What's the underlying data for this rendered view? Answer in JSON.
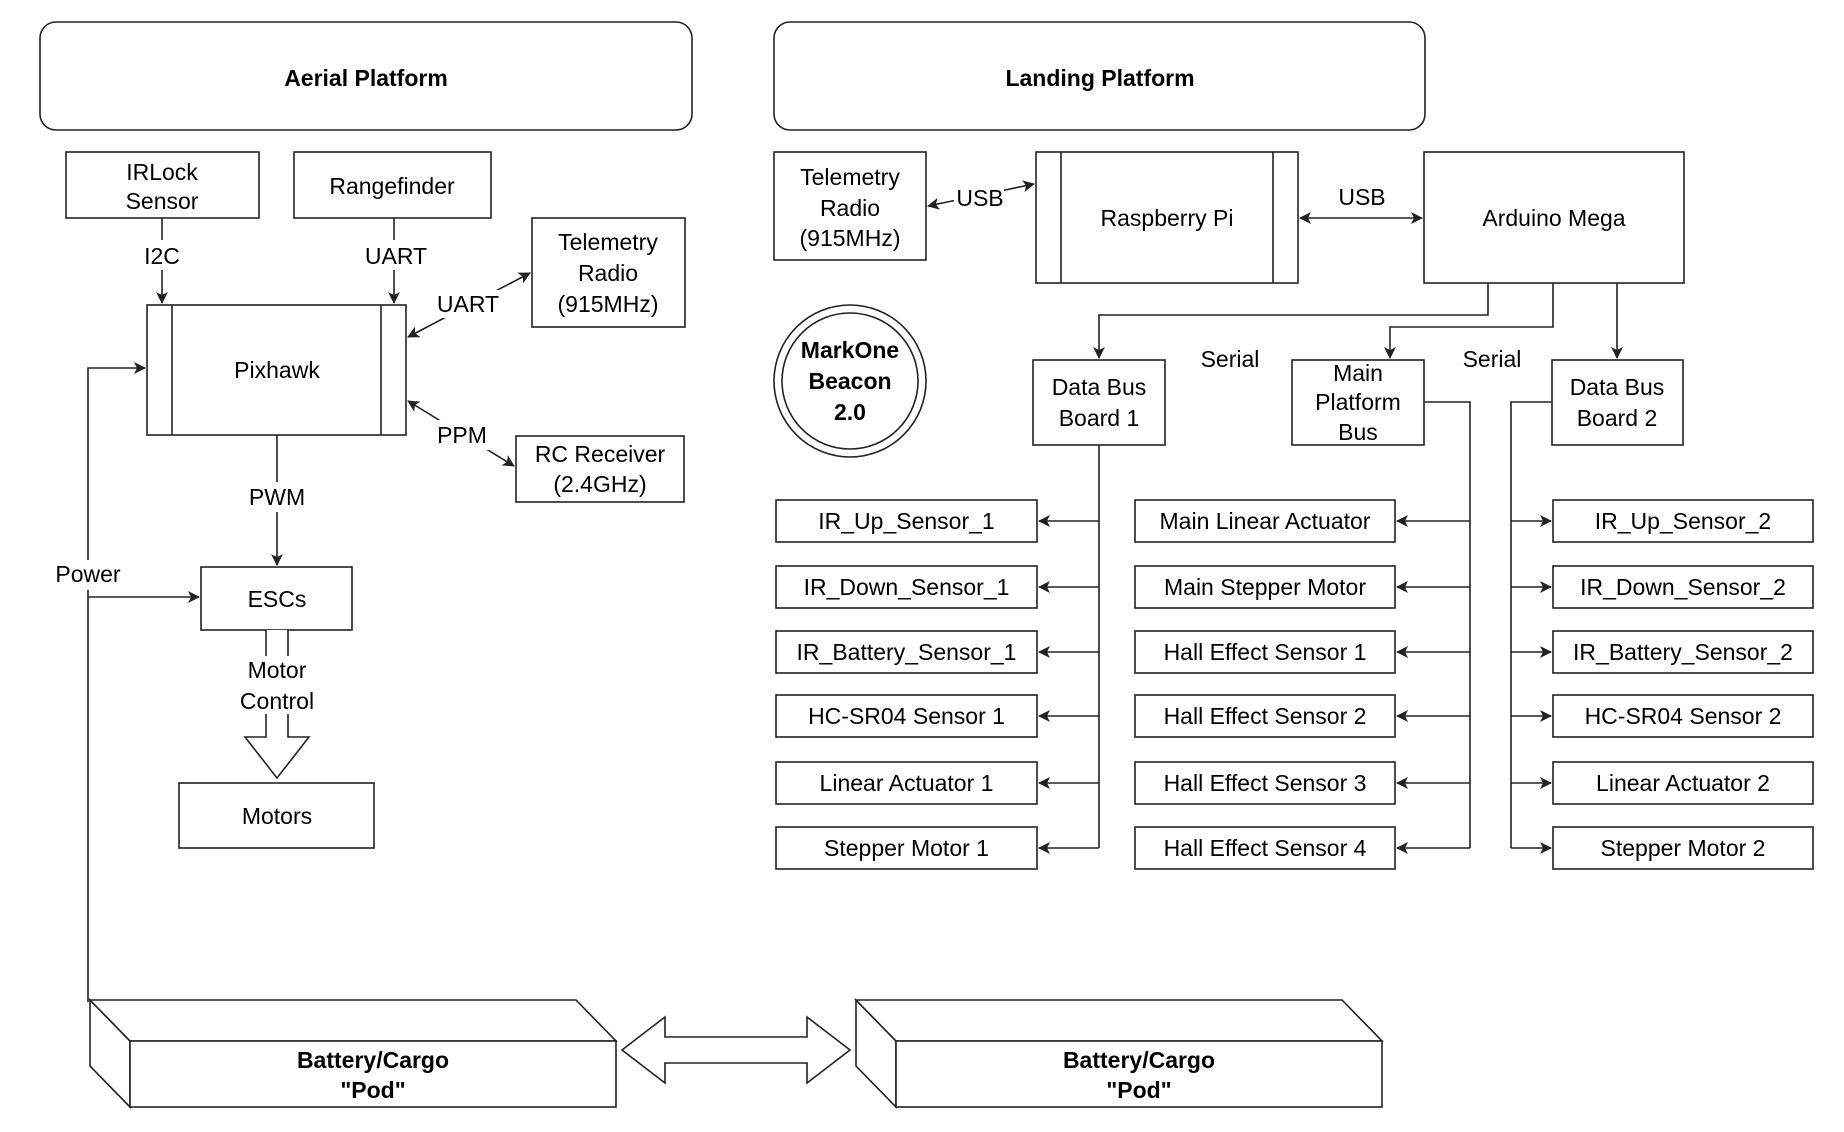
{
  "aerial": {
    "title": "Aerial Platform",
    "irlock": [
      "IRLock",
      "Sensor"
    ],
    "rangefinder": "Rangefinder",
    "telemetry": [
      "Telemetry",
      "Radio",
      "(915MHz)"
    ],
    "pixhawk": "Pixhawk",
    "rc_receiver": [
      "RC Receiver",
      "(2.4GHz)"
    ],
    "escs": "ESCs",
    "motors": "Motors",
    "pod": [
      "Battery/Cargo",
      "\"Pod\""
    ],
    "links": {
      "i2c": "I2C",
      "uart_range": "UART",
      "uart_telem": "UART",
      "ppm": "PPM",
      "pwm": "PWM",
      "power": "Power",
      "motor_control": [
        "Motor",
        "Control"
      ]
    }
  },
  "landing": {
    "title": "Landing Platform",
    "telemetry": [
      "Telemetry",
      "Radio",
      "(915MHz)"
    ],
    "raspberry_pi": "Raspberry Pi",
    "arduino": "Arduino Mega",
    "beacon": [
      "MarkOne",
      "Beacon",
      "2.0"
    ],
    "bus1": [
      "Data Bus",
      "Board 1"
    ],
    "main_bus": [
      "Main",
      "Platform",
      "Bus"
    ],
    "bus2": [
      "Data Bus",
      "Board 2"
    ],
    "pod": [
      "Battery/Cargo",
      "\"Pod\""
    ],
    "links": {
      "usb_left": "USB",
      "usb_right": "USB",
      "serial_left": "Serial",
      "serial_right": "Serial"
    },
    "bus1_devices": [
      "IR_Up_Sensor_1",
      "IR_Down_Sensor_1",
      "IR_Battery_Sensor_1",
      "HC-SR04 Sensor 1",
      "Linear Actuator 1",
      "Stepper Motor 1"
    ],
    "main_devices": [
      "Main Linear Actuator",
      "Main Stepper Motor",
      "Hall Effect Sensor 1",
      "Hall Effect Sensor 2",
      "Hall Effect Sensor 3",
      "Hall Effect Sensor 4"
    ],
    "bus2_devices": [
      "IR_Up_Sensor_2",
      "IR_Down_Sensor_2",
      "IR_Battery_Sensor_2",
      "HC-SR04 Sensor 2",
      "Linear Actuator 2",
      "Stepper Motor 2"
    ]
  }
}
